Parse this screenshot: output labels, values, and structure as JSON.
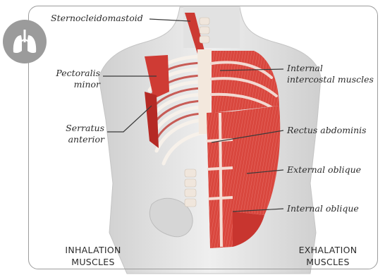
{
  "labels": {
    "sternocleidomastoid": "Sternocleidomastoid",
    "pectoralis_minor": [
      "Pectoralis",
      "minor"
    ],
    "serratus_anterior": [
      "Serratus",
      "anterior"
    ],
    "internal_intercostal": [
      "Internal",
      "intercostal muscles"
    ],
    "rectus_abdominis": "Rectus abdominis",
    "external_oblique": "External oblique",
    "internal_oblique": "Internal oblique"
  },
  "captions": {
    "inhalation": [
      "INHALATION",
      "MUSCLES"
    ],
    "exhalation": [
      "EXHALATION",
      "MUSCLES"
    ]
  },
  "icon": {
    "name": "lungs-icon",
    "color": "#9b9b9b"
  },
  "colors": {
    "muscle": "#d9473e",
    "muscle_dark": "#b52a25",
    "body": "#e6e6e6",
    "bone": "#f7f1ea"
  }
}
